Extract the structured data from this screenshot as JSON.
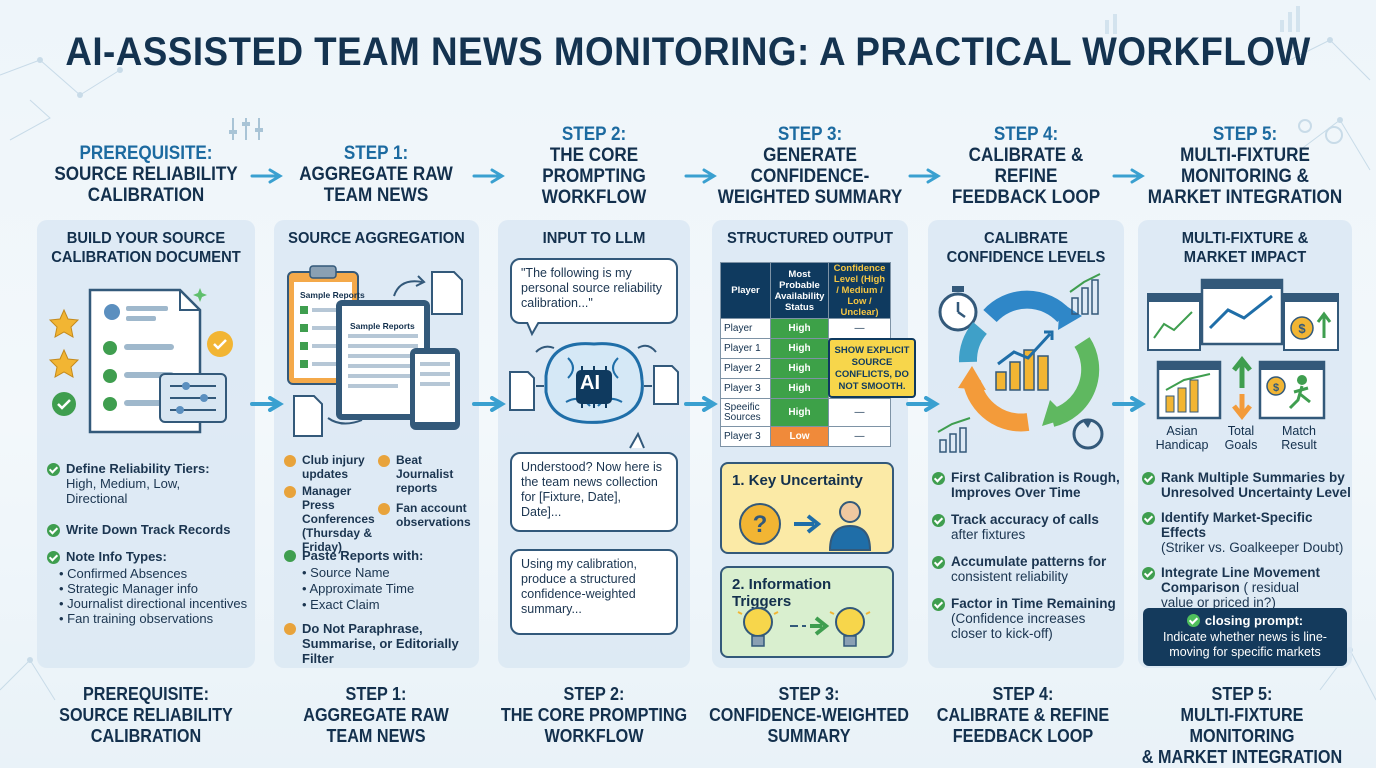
{
  "title": "AI-ASSISTED TEAM NEWS MONITORING: A PRACTICAL WORKFLOW",
  "steps": [
    {
      "kicker": "PREREQUISITE:",
      "lines": [
        "SOURCE RELIABILITY",
        "CALIBRATION"
      ]
    },
    {
      "kicker": "STEP 1:",
      "lines": [
        "AGGREGATE RAW",
        "TEAM NEWS"
      ]
    },
    {
      "kicker": "STEP 2:",
      "lines": [
        "THE CORE",
        "PROMPTING",
        "WORKFLOW"
      ]
    },
    {
      "kicker": "STEP 3:",
      "lines": [
        "GENERATE",
        "CONFIDENCE-",
        "WEIGHTED SUMMARY"
      ]
    },
    {
      "kicker": "STEP 4:",
      "lines": [
        "CALIBRATE &",
        "REFINE",
        "FEEDBACK LOOP"
      ]
    },
    {
      "kicker": "STEP 5:",
      "lines": [
        "MULTI-FIXTURE",
        "MONITORING &",
        "MARKET INTEGRATION"
      ]
    }
  ],
  "panel0": {
    "heading": [
      "BUILD YOUR SOURCE",
      "CALIBRATION DOCUMENT"
    ],
    "item1_title": "Define Reliability Tiers:",
    "item1_sub": [
      "High, Medium, Low,",
      "Directional"
    ],
    "item2_title": "Write Down Track Records",
    "item3_title": "Note Info Types:",
    "item3_bullets": [
      "Confirmed Absences",
      "Strategic Manager info",
      "Journalist directional incentives",
      "Fan training observations"
    ]
  },
  "panel1": {
    "heading": "SOURCE AGGREGATION",
    "doc_label_1": "Sample Reports",
    "doc_label_2": "Sample Reports",
    "col1": [
      "Club injury updates",
      "Manager Press Conferences (Thursday & Friday)"
    ],
    "col2": [
      "Beat Journalist reports",
      "Fan account observations"
    ],
    "paste_title": "Paste Reports with:",
    "paste_bullets": [
      "Source Name",
      "Approximate Time",
      "Exact Claim"
    ],
    "warn": [
      "Do Not Paraphrase,",
      "Summarise, or Editorially",
      "Filter"
    ]
  },
  "panel2": {
    "heading": "INPUT TO LLM",
    "bubble1": [
      "\"The following is my",
      "personal source reliability",
      "calibration...\""
    ],
    "ai_label": "AI",
    "bubble2": [
      "Understood? Now here is",
      "the team news collection",
      "for [Fixture, Date],",
      "Date]..."
    ],
    "bubble3": [
      "Using my calibration,",
      "produce a structured",
      "confidence-weighted",
      "summary..."
    ]
  },
  "panel3": {
    "heading": "STRUCTURED OUTPUT",
    "table_headers": [
      "Player",
      "Most Probable Availability Status",
      "Confidence Level (High / Medium / Low / Unclear)"
    ],
    "rows": [
      {
        "player": "Player",
        "status": "High",
        "conf": "—"
      },
      {
        "player": "Player 1",
        "status": "High",
        "conf": ""
      },
      {
        "player": "Player 2",
        "status": "High",
        "conf": ""
      },
      {
        "player": "Player 3",
        "status": "High",
        "conf": ""
      },
      {
        "player": "Speeific Sources",
        "status": "High",
        "conf": "—"
      },
      {
        "player": "Player 3",
        "status": "Low",
        "conf": "—"
      }
    ],
    "callout": [
      "SHOW EXPLICIT",
      "SOURCE",
      "CONFLICTS, DO",
      "NOT SMOOTH."
    ],
    "box1": "1. Key Uncertainty",
    "box2": "2. Information Triggers"
  },
  "panel4": {
    "heading": [
      "CALIBRATE",
      "CONFIDENCE LEVELS"
    ],
    "items": [
      {
        "title": [
          "First Calibration is Rough,",
          "Improves Over Time"
        ],
        "sub": []
      },
      {
        "title": [
          "Track accuracy of calls"
        ],
        "sub": [
          "after fixtures"
        ]
      },
      {
        "title": [
          "Accumulate patterns for"
        ],
        "sub": [
          "consistent reliability"
        ]
      },
      {
        "title": [
          "Factor in Time Remaining"
        ],
        "sub": [
          "(Confidence increases",
          "closer to kick-off)"
        ]
      }
    ]
  },
  "panel5": {
    "heading": [
      "MULTI-FIXTURE &",
      "MARKET IMPACT"
    ],
    "labels": [
      [
        "Asian",
        "Handicap"
      ],
      [
        "Total",
        "Goals"
      ],
      [
        "Match",
        "Result"
      ]
    ],
    "items": [
      {
        "title": [
          "Rank Multiple Summaries by",
          "Unresolved Uncertainty Level"
        ],
        "sub": []
      },
      {
        "title": [
          "Identify Market-Specific Effects"
        ],
        "sub": [
          "(Striker vs. Goalkeeper Doubt)"
        ]
      },
      {
        "title": [
          "Integrate Line Movement",
          "Comparison"
        ],
        "sub": [
          "( residual",
          "value or priced in?)"
        ]
      }
    ],
    "closing_title": "closing prompt:",
    "closing_text": [
      "Indicate whether news is line-",
      "moving for specific markets"
    ]
  },
  "footers": [
    [
      "PREREQUISITE:",
      "SOURCE RELIABILITY",
      "CALIBRATION"
    ],
    [
      "STEP 1:",
      "AGGREGATE RAW",
      "TEAM NEWS"
    ],
    [
      "STEP 2:",
      "THE CORE PROMPTING",
      "WORKFLOW"
    ],
    [
      "STEP 3:",
      "CONFIDENCE-WEIGHTED",
      "SUMMARY"
    ],
    [
      "STEP 4:",
      "CALIBRATE & REFINE",
      "FEEDBACK LOOP"
    ],
    [
      "STEP 5:",
      "MULTI-FIXTURE MONITORING",
      "& MARKET INTEGRATION"
    ]
  ],
  "colors": {
    "navy": "#13304d",
    "accent": "#1c6aa0",
    "green": "#3da148",
    "orange": "#f08a3a",
    "arrow": "#3aa0d0"
  }
}
